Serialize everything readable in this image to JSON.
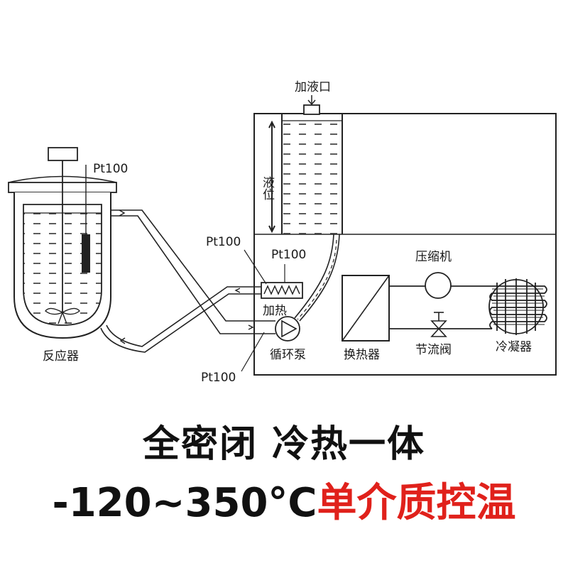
{
  "diagram": {
    "labels": {
      "fill_port": "加液口",
      "level": "液位",
      "pt100_reactor": "Pt100",
      "pt100_left": "Pt100",
      "pt100_heater": "Pt100",
      "pt100_bottom": "Pt100",
      "heater": "加热",
      "pump": "循环泵",
      "heat_exchanger": "换热器",
      "compressor": "压缩机",
      "throttle_valve": "节流阀",
      "condenser": "冷凝器",
      "reactor": "反应器"
    }
  },
  "headline": {
    "line1": "全密闭  冷热一体",
    "line2_black": "-120~350°C",
    "line2_red": "单介质控温"
  },
  "colors": {
    "accent_red": "#e0211b",
    "text": "#111111",
    "line": "#222222"
  }
}
